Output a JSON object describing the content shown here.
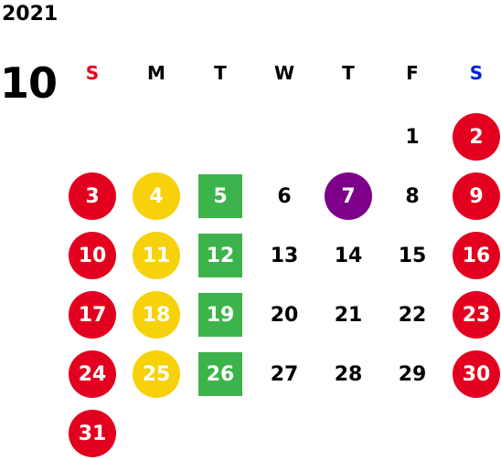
{
  "calendar": {
    "year": "2021",
    "month": "10",
    "weekdays": [
      "S",
      "M",
      "T",
      "W",
      "T",
      "F",
      "S"
    ],
    "weekday_colors": [
      "#e8001e",
      "#000000",
      "#000000",
      "#000000",
      "#000000",
      "#000000",
      "#0022dd"
    ],
    "first_weekday_index": 5,
    "days_in_month": 31,
    "colors": {
      "sunday_saturday": "#e2001e",
      "monday": "#f7d10a",
      "tuesday": "#3cb44b",
      "special": "#7d008a",
      "default_text": "#000000"
    },
    "special_days": [
      7
    ]
  }
}
